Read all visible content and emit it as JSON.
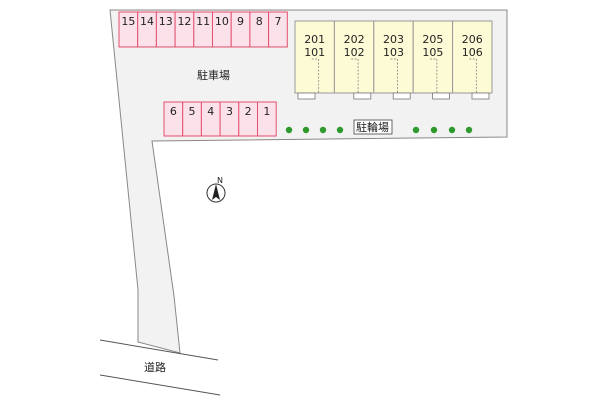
{
  "parking": {
    "label": "駐車場",
    "top_row": [
      "15",
      "14",
      "13",
      "12",
      "11",
      "10",
      "9",
      "8",
      "7"
    ],
    "bottom_row": [
      "6",
      "5",
      "4",
      "3",
      "2",
      "1"
    ],
    "slot_fill": "#fbe1ea",
    "slot_stroke": "#e3506e"
  },
  "building": {
    "units": [
      {
        "upper": "201",
        "lower": "101"
      },
      {
        "upper": "202",
        "lower": "102"
      },
      {
        "upper": "203",
        "lower": "103"
      },
      {
        "upper": "205",
        "lower": "105"
      },
      {
        "upper": "206",
        "lower": "106"
      }
    ],
    "fill": "#fdfbd6",
    "stroke": "#999999"
  },
  "bicycle_parking": {
    "label": "駐輪場",
    "dot_color": "#2e9a2e"
  },
  "compass": {
    "label": "N"
  },
  "road": {
    "label": "道路"
  },
  "lot_fill": "#f2f2f2",
  "lot_stroke": "#888888"
}
